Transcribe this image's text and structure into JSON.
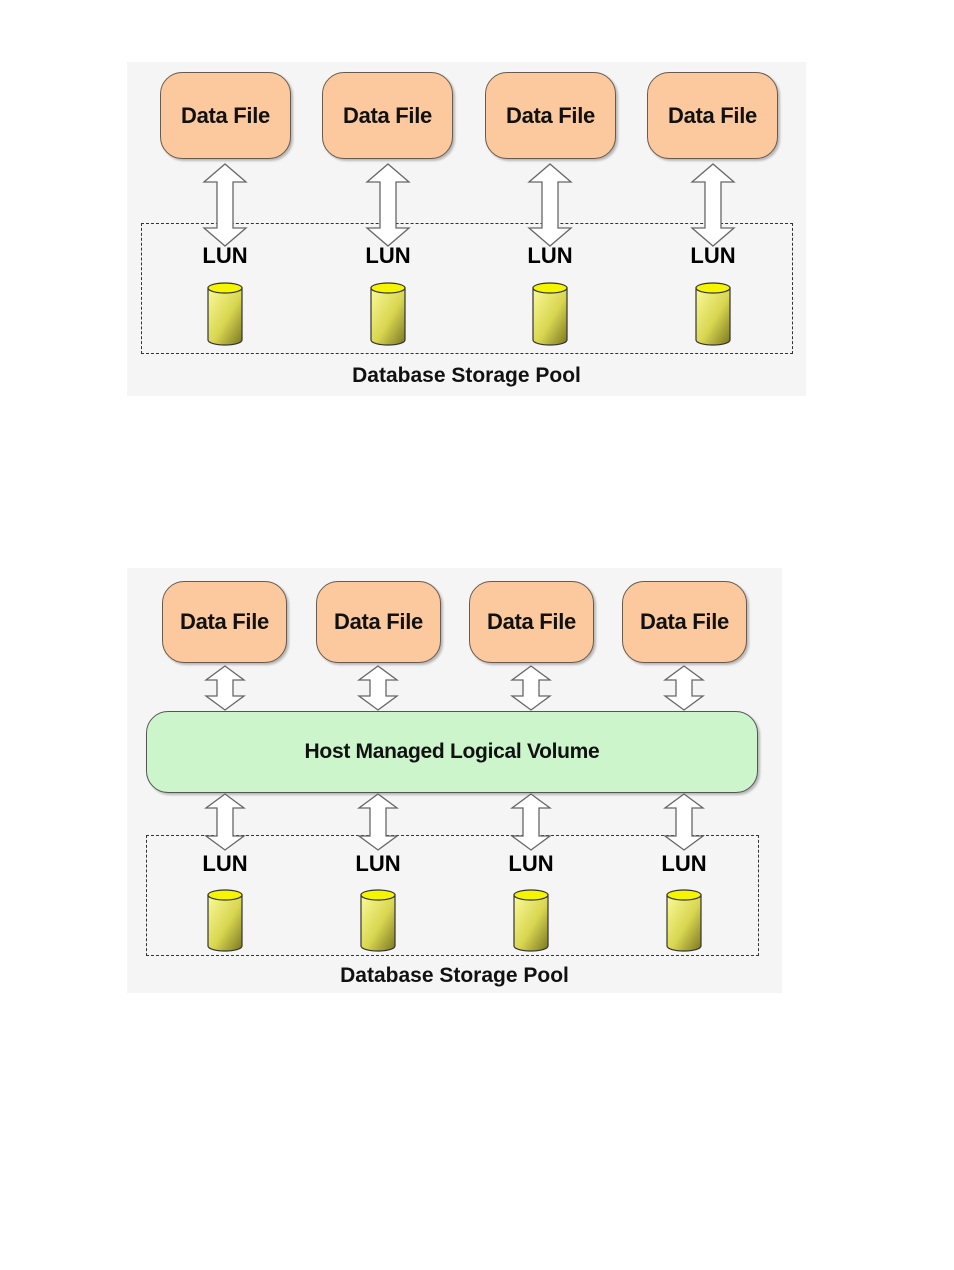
{
  "diagram_1": {
    "data_files": [
      "Data File",
      "Data File",
      "Data File",
      "Data File"
    ],
    "luns": [
      "LUN",
      "LUN",
      "LUN",
      "LUN"
    ],
    "pool_label": "Database Storage Pool"
  },
  "diagram_2": {
    "data_files": [
      "Data File",
      "Data File",
      "Data File",
      "Data File"
    ],
    "volume_label": "Host Managed Logical Volume",
    "luns": [
      "LUN",
      "LUN",
      "LUN",
      "LUN"
    ],
    "pool_label": "Database Storage Pool"
  },
  "colors": {
    "data_file_fill": "#fbc99d",
    "volume_fill": "#ccf5cc",
    "disk_fill": "#f2f07a",
    "disk_top": "#f5f500"
  },
  "icons": [
    "double-arrow-icon",
    "disk-cylinder-icon"
  ]
}
